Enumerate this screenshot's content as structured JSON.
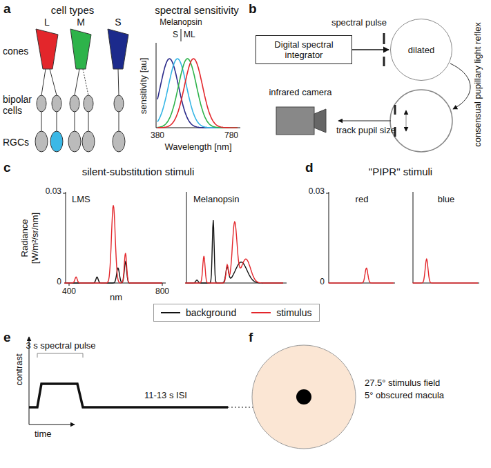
{
  "diagram": {
    "nodes": [
      {
        "text": [
          "Digital spectral integrator"
        ]
      },
      {
        "text": [
          "dilated"
        ]
      },
      {
        "text": [
          "infrared camera"
        ]
      }
    ],
    "edges": [
      {
        "from": 0,
        "to": 1,
        "arrow": "to"
      }
    ],
    "labels": [
      "a",
      "cell types",
      "L",
      "M",
      "S",
      "cones",
      "bipolar cells",
      "RGCs",
      "spectral sensitivity",
      "Melanopsin",
      "S",
      "ML",
      "sensitivity [au]",
      "380",
      "780",
      "Wavelength [nm]",
      "b",
      "spectral pulse",
      "consensual pupillary light reflex",
      "track pupil size",
      "c",
      "silent-substitution stimuli",
      "Radiance [W/m²/sr/nm]",
      "0.03",
      "0",
      "400",
      "nm",
      "800",
      "LMS",
      "Melanopsin",
      "d",
      "\"PIPR\" stimuli",
      "0.03",
      "0",
      "red",
      "blue",
      "e",
      "contrast",
      "3 s spectral pulse",
      "time",
      "11-13 s ISI",
      "f",
      "27.5° stimulus field",
      "5° obscured macula"
    ],
    "legend": [
      {
        "text": "background"
      },
      {
        "text": "stimulus"
      }
    ]
  }
}
